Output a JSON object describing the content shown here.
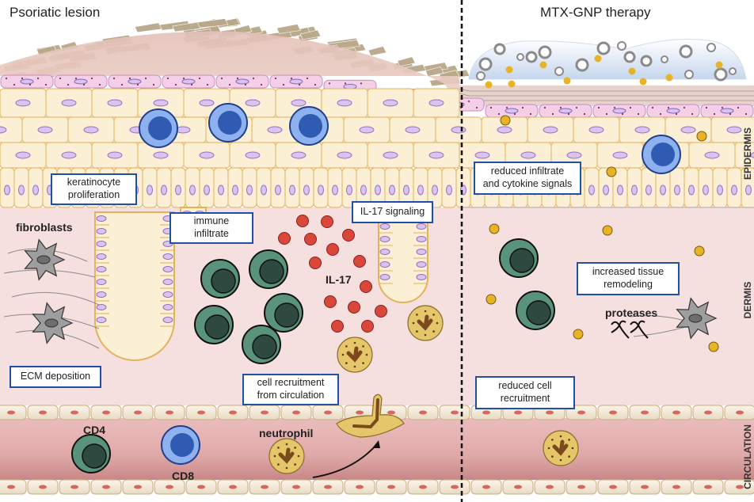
{
  "panels": {
    "left_title": "Psoriatic lesion",
    "right_title": "MTX-GNP therapy"
  },
  "callouts": {
    "keratinocyte": [
      "keratinocyte",
      "proliferation"
    ],
    "immune": [
      "immune",
      "infiltrate"
    ],
    "il17_signaling": "IL-17 signaling",
    "ecm": "ECM deposition",
    "recruitment": [
      "cell recruitment",
      "from circulation"
    ],
    "reduced_infiltrate": [
      "reduced infiltrate",
      "and cytokine signals"
    ],
    "remodeling": [
      "increased tissue",
      "remodeling"
    ],
    "reduced_recruitment": [
      "reduced cell",
      "recruitment"
    ]
  },
  "labels": {
    "fibroblasts": "fibroblasts",
    "il17": "IL-17",
    "cd4": "CD4",
    "cd8": "CD8",
    "neutrophil": "neutrophil",
    "proteases": "proteases"
  },
  "side_labels": {
    "epidermis": "EPIDERMIS",
    "dermis": "DERMIS",
    "circulation": "CIRCULATION"
  },
  "colors": {
    "callout_border": "#1f4fa8",
    "dermis": "#f5dfdf",
    "vessel": "#d9a0a0",
    "keratinocyte": "#fbf0d6",
    "cell_border": "#e3b25a",
    "nucleus": "#d8c4ee",
    "cd4_outer": "#5a937c",
    "cd4_inner": "#2e4a40",
    "cd8_outer": "#8eb1f0",
    "cd8_inner": "#2f5bb3",
    "il17": "#d9473b",
    "neutrophil": "#e6c66a",
    "gnp": "#e8b325",
    "fibroblast": "#9e9e9e"
  }
}
